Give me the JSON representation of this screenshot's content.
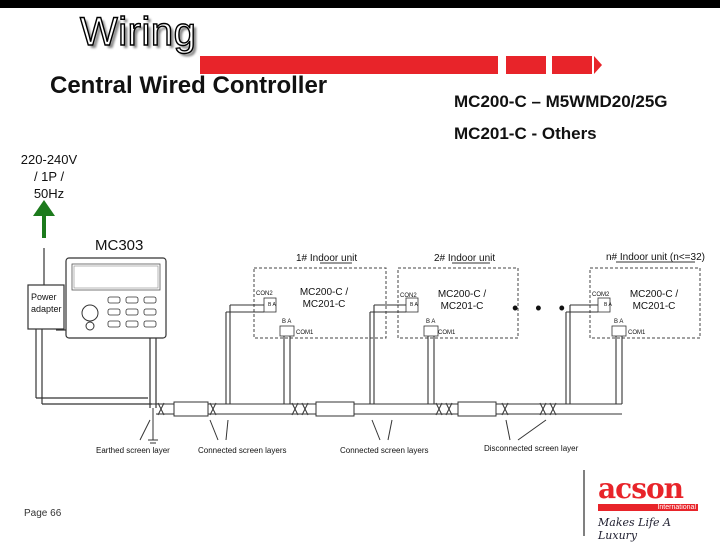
{
  "slide": {
    "title": "Wiring",
    "subtitle": "Central Wired Controller",
    "models": [
      "MC200-C – M5WMD20/25G",
      "MC201-C - Others"
    ],
    "page_number": "Page 66",
    "colors": {
      "accent_red": "#e8242a",
      "arrow_green": "#1c7a1c"
    }
  },
  "power_supply": {
    "lines": [
      "220-240V",
      "/ 1P /",
      "50Hz"
    ],
    "icon": "arrow-up-icon"
  },
  "controller": {
    "model": "MC303"
  },
  "power_adapter": {
    "lines": [
      "Power",
      "adapter"
    ]
  },
  "indoor_units": [
    {
      "label": "1# Indoor unit",
      "module_lines": [
        "MC200-C /",
        "MC201-C"
      ],
      "port_top": "CON2",
      "port_bottom": "COM1",
      "terminals": "B A"
    },
    {
      "label": "2# Indoor unit",
      "module_lines": [
        "MC200-C /",
        "MC201-C"
      ],
      "port_top": "CON2",
      "port_bottom": "COM1",
      "terminals": "B A"
    },
    {
      "label": "n# Indoor unit (n<=32)",
      "module_lines": [
        "MC200-C /",
        "MC201-C"
      ],
      "port_top": "COM2",
      "port_bottom": "COM1",
      "terminals": "B A"
    }
  ],
  "ellipsis": "• • •",
  "screen_labels": [
    "Earthed screen layer",
    "Connected screen layers",
    "Connected screen layers",
    "Disconnected screen layer"
  ],
  "logo": {
    "brand": "acson",
    "sub": "International",
    "tagline": "Makes Life A Luxury"
  }
}
